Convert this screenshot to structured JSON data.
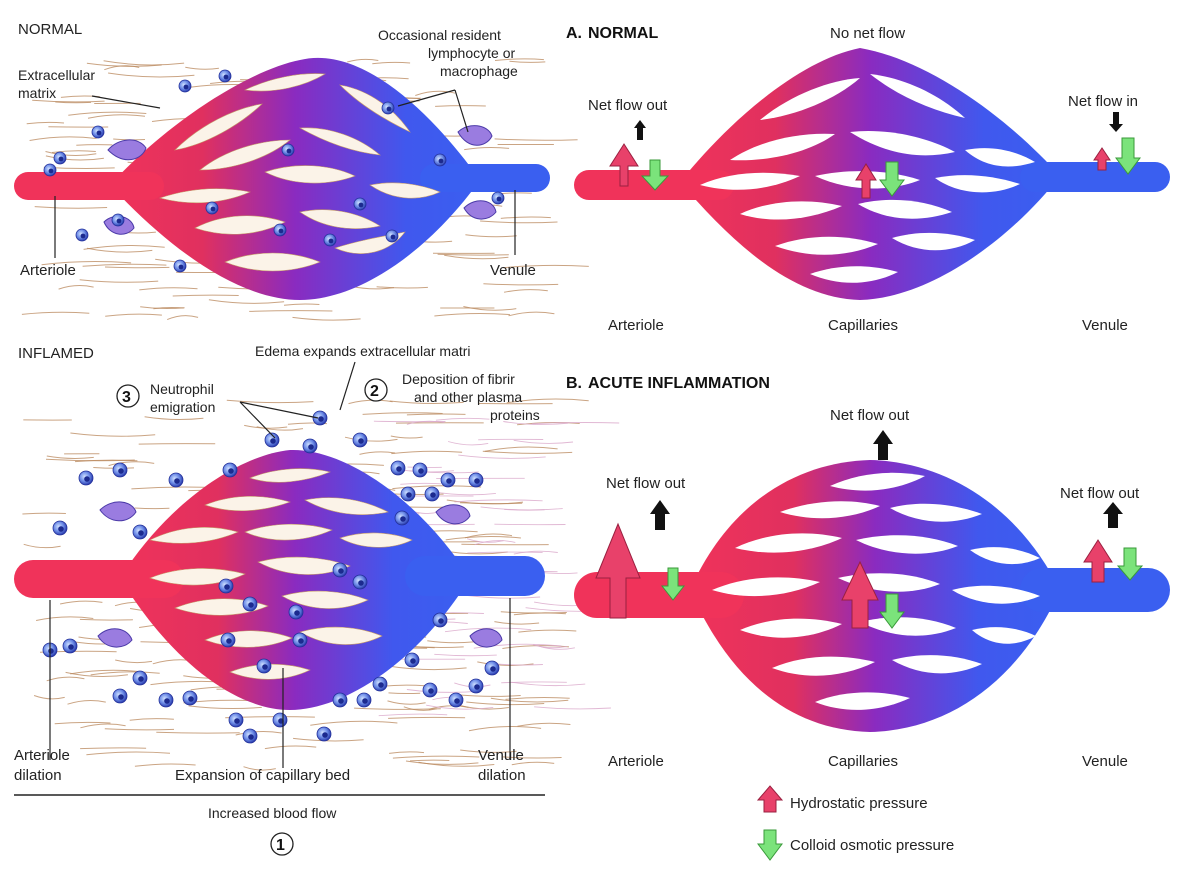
{
  "left_normal": {
    "title": "NORMAL",
    "extracellular_matrix": [
      "Extracellular",
      "matrix"
    ],
    "resident_cells": [
      "Occasional resident",
      "lymphocyte or",
      "macrophage"
    ],
    "arteriole": "Arteriole",
    "venule": "Venule"
  },
  "left_inflamed": {
    "title": "INFLAMED",
    "edema": "Edema expands extracellular matri",
    "neutrophil_num": "3",
    "neutrophil": [
      "Neutrophil",
      "emigration"
    ],
    "deposition_num": "2",
    "deposition": [
      "Deposition of fibrir",
      "and other plasma",
      "proteins"
    ],
    "arteriole": [
      "Arteriole",
      "dilation"
    ],
    "capillary_bed": "Expansion of capillary bed",
    "venule": [
      "Venule",
      "dilation"
    ],
    "blood_flow": "Increased blood flow",
    "blood_flow_num": "1"
  },
  "panel_a": {
    "letter": "A.",
    "title": "NORMAL",
    "center_flow": "No net flow",
    "left_flow": "Net flow out",
    "right_flow": "Net flow in",
    "arteriole": "Arteriole",
    "capillaries": "Capillaries",
    "venule": "Venule"
  },
  "panel_b": {
    "letter": "B.",
    "title": "ACUTE INFLAMMATION",
    "center_flow": "Net flow out",
    "left_flow": "Net flow out",
    "right_flow": "Net flow out",
    "arteriole": "Arteriole",
    "capillaries": "Capillaries",
    "venule": "Venule"
  },
  "legend": {
    "hydrostatic": "Hydrostatic pressure",
    "colloid": "Colloid osmotic pressure"
  },
  "colors": {
    "arterial_red": "#f0335a",
    "venous_blue": "#3a5ff0",
    "capillary_purple": "#8a2bc0",
    "hydrostatic_arrow": "#e8416a",
    "colloid_arrow": "#7be37b",
    "matrix_fiber": "#b8865a"
  }
}
